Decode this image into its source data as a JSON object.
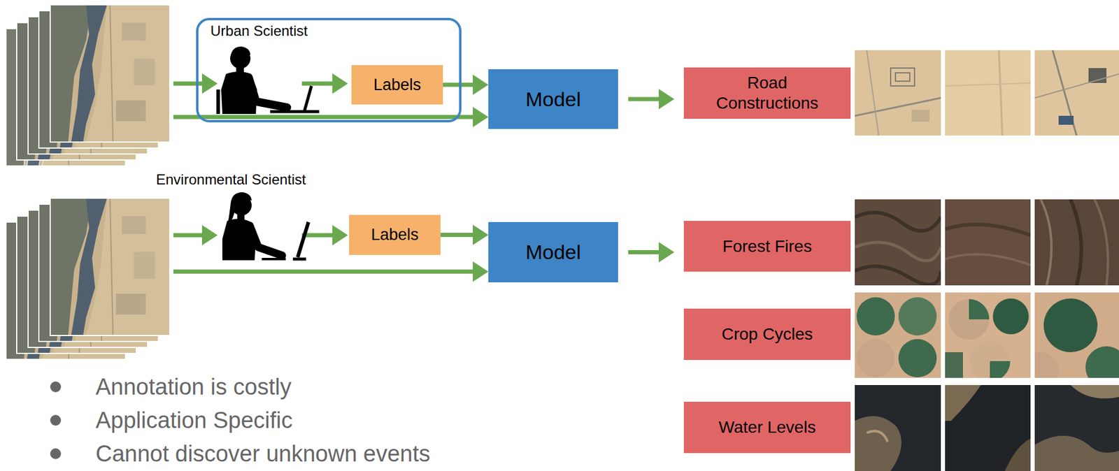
{
  "diagram": {
    "nodes": [
      {
        "text": [
          "Urban Scientist"
        ]
      },
      {
        "text": [
          "Labels"
        ],
        "in": 0
      },
      {
        "text": [
          "Model"
        ]
      },
      {
        "text": [
          "Road Constructions"
        ]
      },
      {
        "text": [
          "Labels"
        ]
      },
      {
        "text": [
          "Model"
        ]
      },
      {
        "text": [
          "Forest Fires"
        ]
      },
      {
        "text": [
          "Crop Cycles"
        ]
      },
      {
        "text": [
          "Water Levels"
        ]
      }
    ],
    "edges": [
      {
        "from": 1,
        "to": 2,
        "arrow": "to"
      },
      {
        "from": 2,
        "to": 3,
        "arrow": "to"
      },
      {
        "from": 4,
        "to": 5,
        "arrow": "to"
      },
      {
        "from": 5,
        "to": 6,
        "arrow": "to"
      }
    ],
    "labels": [
      "Environmental Scientist",
      "Annotation is costly",
      "Application Specific",
      "Cannot discover unknown events"
    ]
  }
}
